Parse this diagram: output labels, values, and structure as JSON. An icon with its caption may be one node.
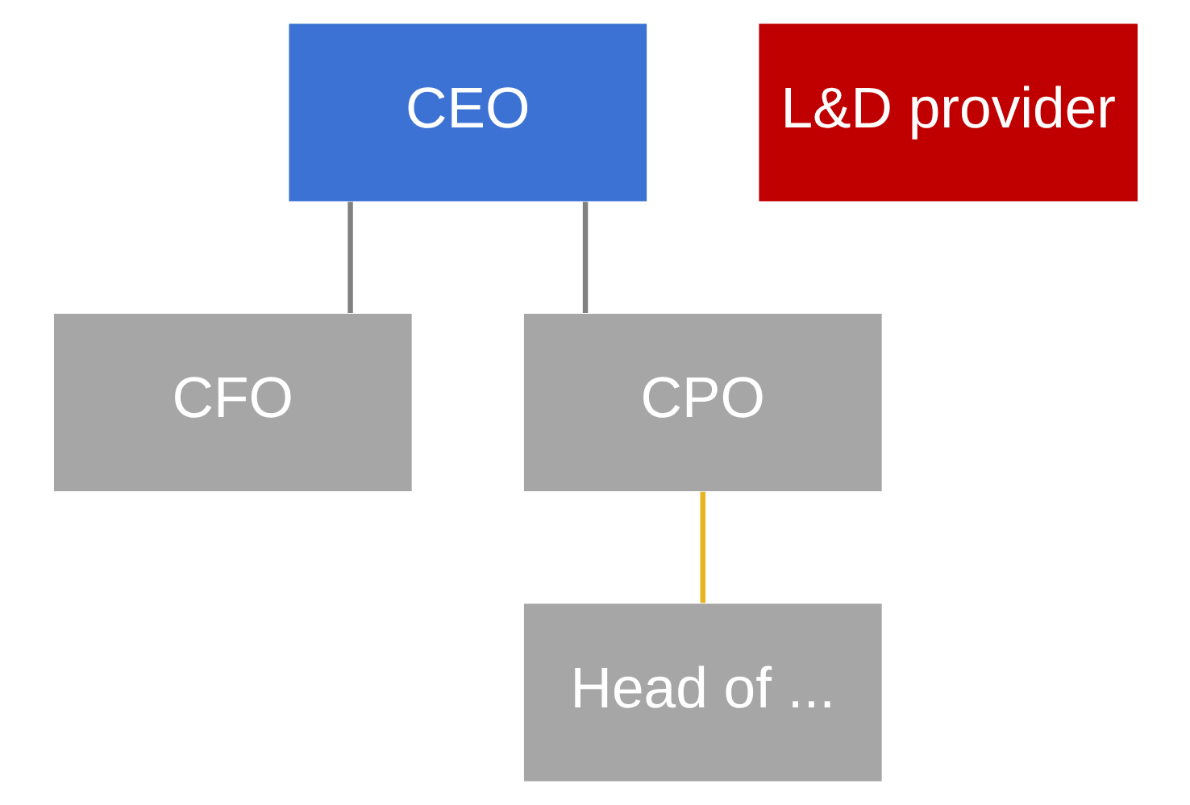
{
  "diagram": {
    "nodes": [
      {
        "text": [
          "CEO"
        ]
      },
      {
        "text": [
          "L&D provider"
        ]
      },
      {
        "text": [
          "CFO"
        ]
      },
      {
        "text": [
          "CPO"
        ]
      },
      {
        "text": [
          "Head of ..."
        ]
      }
    ],
    "edges": [
      {
        "from": 0,
        "to": 2,
        "arrow": "none"
      },
      {
        "from": 0,
        "to": 3,
        "arrow": "none"
      },
      {
        "from": 3,
        "to": 4,
        "arrow": "none",
        "color": "#e8b420"
      }
    ]
  }
}
